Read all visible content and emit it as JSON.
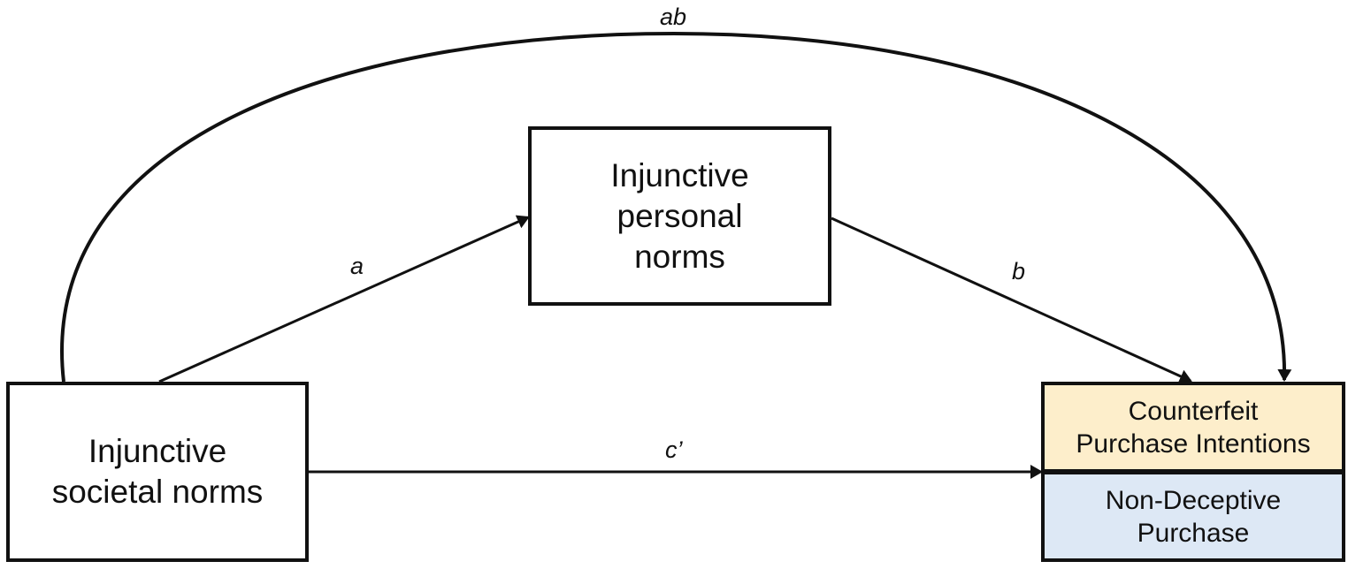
{
  "nodes": {
    "mediator": {
      "line1": "Injunctive",
      "line2": "personal",
      "line3": "norms"
    },
    "predictor": {
      "line1": "Injunctive",
      "line2": "societal norms"
    },
    "outcome_top": {
      "line1": "Counterfeit",
      "line2": "Purchase Intentions",
      "color": "#fdeecb"
    },
    "outcome_bottom": {
      "line1": "Non-Deceptive",
      "line2": "Purchase",
      "color": "#dde8f5"
    }
  },
  "paths": {
    "a": "a",
    "b": "b",
    "c_prime": "c’",
    "ab": "ab"
  },
  "colors": {
    "line": "#111111",
    "background": "#ffffff"
  }
}
